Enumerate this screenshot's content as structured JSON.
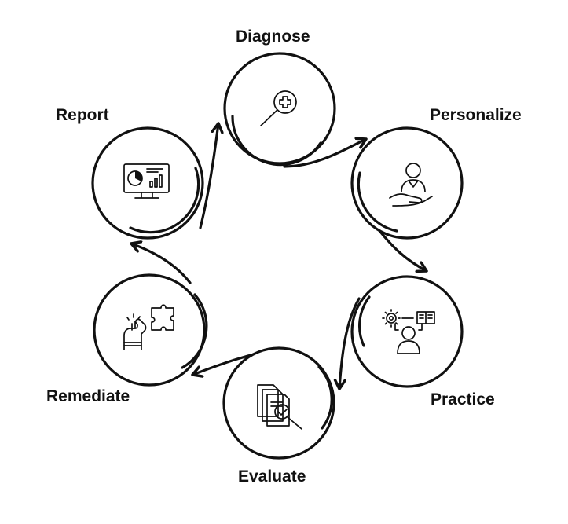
{
  "diagram": {
    "type": "cycle",
    "steps": [
      {
        "label": "Diagnose",
        "icon": "magnifier-medical-cross-icon"
      },
      {
        "label": "Personalize",
        "icon": "person-in-hand-icon"
      },
      {
        "label": "Practice",
        "icon": "person-gear-book-icon"
      },
      {
        "label": "Evaluate",
        "icon": "documents-check-magnifier-icon"
      },
      {
        "label": "Remediate",
        "icon": "hand-puzzle-icon"
      },
      {
        "label": "Report",
        "icon": "monitor-charts-icon"
      }
    ],
    "flow": "clockwise",
    "colors": {
      "stroke": "#111111",
      "background": "#ffffff"
    }
  }
}
